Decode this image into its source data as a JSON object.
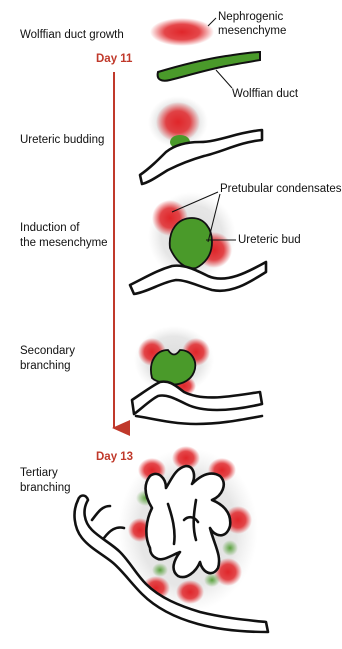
{
  "stages": [
    {
      "label_lines": [
        "Wolffian duct growth"
      ]
    },
    {
      "label_lines": [
        "Ureteric budding"
      ]
    },
    {
      "label_lines": [
        "Induction of",
        "the mesenchyme"
      ]
    },
    {
      "label_lines": [
        "Secondary",
        "branching"
      ]
    },
    {
      "label_lines": [
        "Tertiary",
        "branching"
      ]
    }
  ],
  "days": {
    "start": "Day 11",
    "end": "Day 13"
  },
  "annotations": {
    "nephrogenic_mesenchyme": [
      "Nephrogenic",
      "mesenchyme"
    ],
    "wolffian_duct": "Wolffian duct",
    "pretubular_condensates": "Pretubular condensates",
    "ureteric_bud": "Ureteric bud"
  },
  "colors": {
    "mesenchyme_red": "#e0262a",
    "bud_green": "#4a9a2a",
    "arrow_red": "#c0392b",
    "halo_grey": "#d8d8d8"
  }
}
